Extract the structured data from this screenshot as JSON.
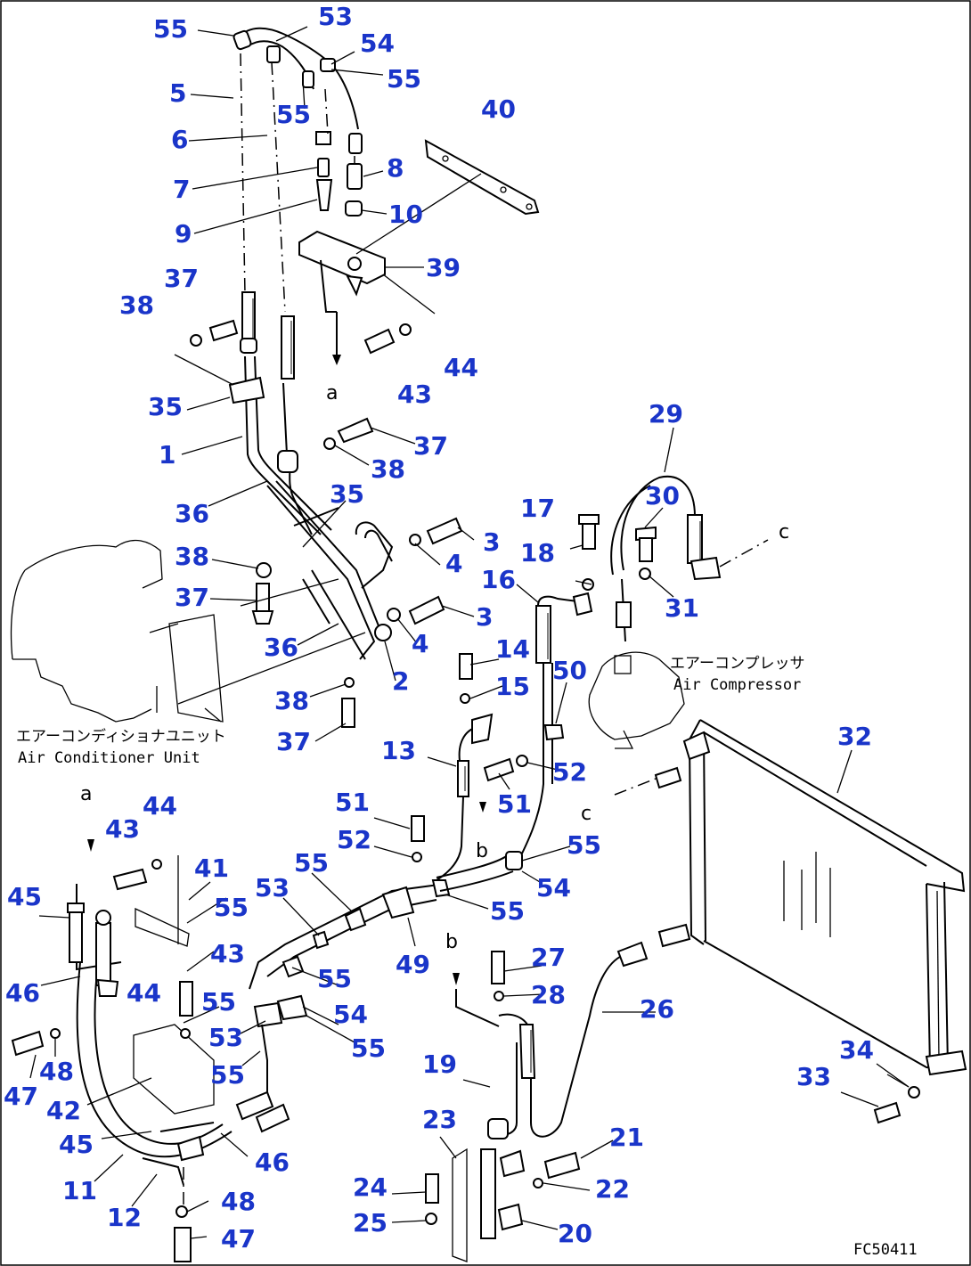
{
  "drawing_code": "FC50411",
  "components": {
    "air_conditioner_unit_jp": "エアーコンディショナユニット",
    "air_conditioner_unit_en": "Air Conditioner Unit",
    "air_compressor_jp": "エアーコンプレッサ",
    "air_compressor_en": "Air Compressor"
  },
  "view_letters": {
    "a": "a",
    "b": "b",
    "c": "c"
  },
  "callouts": [
    {
      "id": "c55a",
      "text": "55"
    },
    {
      "id": "c53a",
      "text": "53"
    },
    {
      "id": "c54a",
      "text": "54"
    },
    {
      "id": "c55b",
      "text": "55"
    },
    {
      "id": "c5",
      "text": "5"
    },
    {
      "id": "c55c",
      "text": "55"
    },
    {
      "id": "c6",
      "text": "6"
    },
    {
      "id": "c40",
      "text": "40"
    },
    {
      "id": "c7",
      "text": "7"
    },
    {
      "id": "c8",
      "text": "8"
    },
    {
      "id": "c9",
      "text": "9"
    },
    {
      "id": "c10",
      "text": "10"
    },
    {
      "id": "c39",
      "text": "39"
    },
    {
      "id": "c37a",
      "text": "37"
    },
    {
      "id": "c38a",
      "text": "38"
    },
    {
      "id": "c43a",
      "text": "43"
    },
    {
      "id": "c44a",
      "text": "44"
    },
    {
      "id": "c35a",
      "text": "35"
    },
    {
      "id": "c29",
      "text": "29"
    },
    {
      "id": "c1",
      "text": "1"
    },
    {
      "id": "c37b",
      "text": "37"
    },
    {
      "id": "c38b",
      "text": "38"
    },
    {
      "id": "c30",
      "text": "30"
    },
    {
      "id": "c36a",
      "text": "36"
    },
    {
      "id": "c35b",
      "text": "35"
    },
    {
      "id": "c17",
      "text": "17"
    },
    {
      "id": "c3a",
      "text": "3"
    },
    {
      "id": "c38c",
      "text": "38"
    },
    {
      "id": "c18",
      "text": "18"
    },
    {
      "id": "c4a",
      "text": "4"
    },
    {
      "id": "c16",
      "text": "16"
    },
    {
      "id": "c31",
      "text": "31"
    },
    {
      "id": "c37c",
      "text": "37"
    },
    {
      "id": "c3b",
      "text": "3"
    },
    {
      "id": "c36b",
      "text": "36"
    },
    {
      "id": "c4b",
      "text": "4"
    },
    {
      "id": "c14",
      "text": "14"
    },
    {
      "id": "c50",
      "text": "50"
    },
    {
      "id": "c2",
      "text": "2"
    },
    {
      "id": "c15",
      "text": "15"
    },
    {
      "id": "c38d",
      "text": "38"
    },
    {
      "id": "c37d",
      "text": "37"
    },
    {
      "id": "c32",
      "text": "32"
    },
    {
      "id": "c13",
      "text": "13"
    },
    {
      "id": "c52a",
      "text": "52"
    },
    {
      "id": "c51a",
      "text": "51"
    },
    {
      "id": "c51b",
      "text": "51"
    },
    {
      "id": "c43b",
      "text": "43"
    },
    {
      "id": "c44b",
      "text": "44"
    },
    {
      "id": "c52b",
      "text": "52"
    },
    {
      "id": "c55d",
      "text": "55"
    },
    {
      "id": "c41",
      "text": "41"
    },
    {
      "id": "c45a",
      "text": "45"
    },
    {
      "id": "c55e",
      "text": "55"
    },
    {
      "id": "c53b",
      "text": "53"
    },
    {
      "id": "c54b",
      "text": "54"
    },
    {
      "id": "c55f",
      "text": "55"
    },
    {
      "id": "c55g",
      "text": "55"
    },
    {
      "id": "c49",
      "text": "49"
    },
    {
      "id": "c43c",
      "text": "43"
    },
    {
      "id": "c27",
      "text": "27"
    },
    {
      "id": "c46a",
      "text": "46"
    },
    {
      "id": "c44c",
      "text": "44"
    },
    {
      "id": "c28",
      "text": "28"
    },
    {
      "id": "c55h",
      "text": "55"
    },
    {
      "id": "c26",
      "text": "26"
    },
    {
      "id": "c55i",
      "text": "55"
    },
    {
      "id": "c54c",
      "text": "54"
    },
    {
      "id": "c53c",
      "text": "53"
    },
    {
      "id": "c55j",
      "text": "55"
    },
    {
      "id": "c48a",
      "text": "48"
    },
    {
      "id": "c34",
      "text": "34"
    },
    {
      "id": "c19",
      "text": "19"
    },
    {
      "id": "c55k",
      "text": "55"
    },
    {
      "id": "c33",
      "text": "33"
    },
    {
      "id": "c47a",
      "text": "47"
    },
    {
      "id": "c42",
      "text": "42"
    },
    {
      "id": "c23",
      "text": "23"
    },
    {
      "id": "c21",
      "text": "21"
    },
    {
      "id": "c45b",
      "text": "45"
    },
    {
      "id": "c46b",
      "text": "46"
    },
    {
      "id": "c11",
      "text": "11"
    },
    {
      "id": "c22",
      "text": "22"
    },
    {
      "id": "c24",
      "text": "24"
    },
    {
      "id": "c48b",
      "text": "48"
    },
    {
      "id": "c12",
      "text": "12"
    },
    {
      "id": "c25",
      "text": "25"
    },
    {
      "id": "c20",
      "text": "20"
    },
    {
      "id": "c47b",
      "text": "47"
    }
  ]
}
